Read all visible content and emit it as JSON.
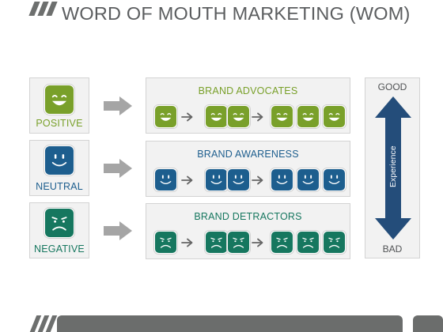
{
  "title": "WORD OF MOUTH MARKETING (WOM)",
  "colors": {
    "positive": "#79a02a",
    "neutral": "#1d5e8e",
    "negative": "#16775f",
    "arrow_gray": "#a5a5a5",
    "scale_arrow": "#244d7a",
    "footer_gray": "#6b6d6c"
  },
  "rows": [
    {
      "label": "POSITIVE",
      "icon": "happy-face-icon",
      "section_title": "BRAND ADVOCATES",
      "label_color": "#79a02a"
    },
    {
      "label": "NEUTRAL",
      "icon": "smile-face-icon",
      "section_title": "BRAND AWARENESS",
      "label_color": "#1d5e8e"
    },
    {
      "label": "NEGATIVE",
      "icon": "sad-face-icon",
      "section_title": "BRAND DETRACTORS",
      "label_color": "#16775f"
    }
  ],
  "scale": {
    "top": "GOOD",
    "bottom": "BAD",
    "axis": "Experience"
  }
}
